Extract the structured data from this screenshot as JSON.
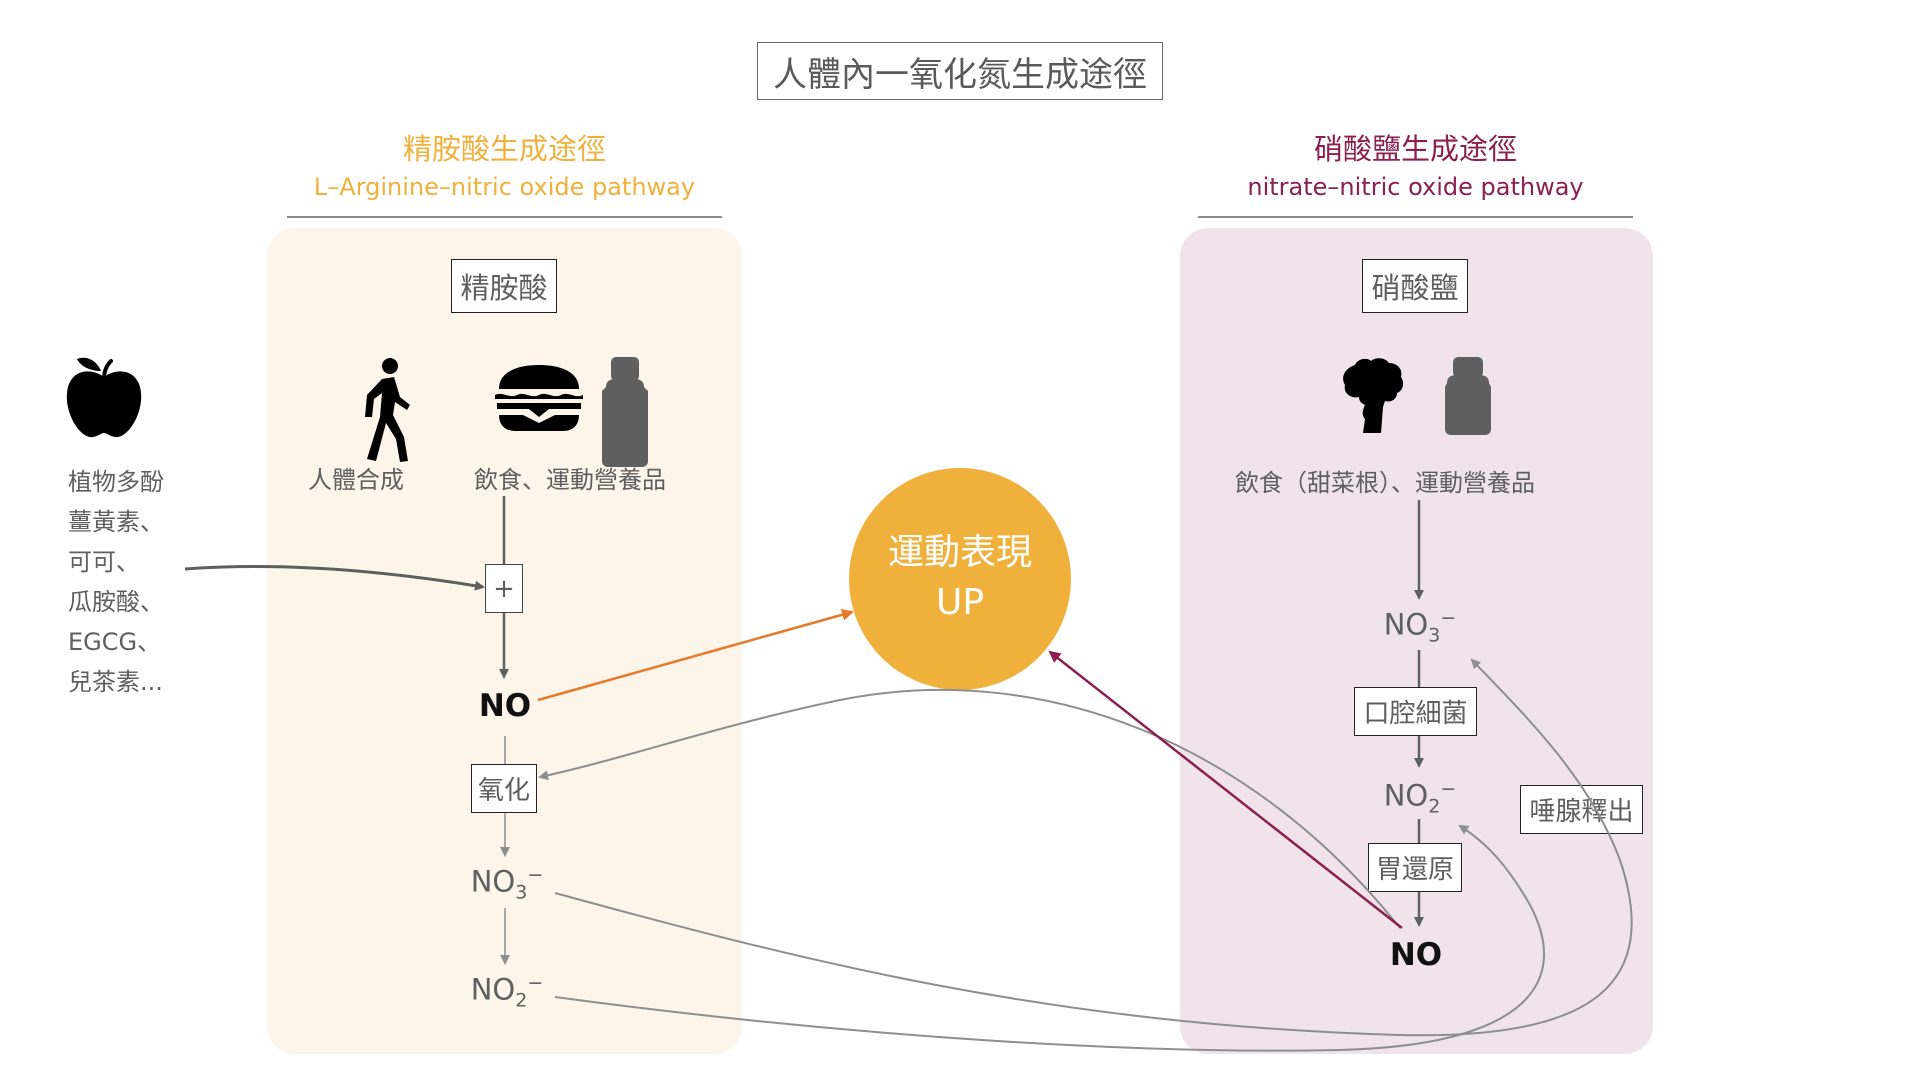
{
  "title": "人體內一氧化氮生成途徑",
  "left_pathway": {
    "heading_cjk": "精胺酸生成途徑",
    "heading_en": "L–Arginine–nitric oxide pathway",
    "color": "#f0b03c",
    "source_box": "精胺酸",
    "icons": [
      "walking-person-icon",
      "burger-icon",
      "supplement-bottle-icon"
    ],
    "label_synthesis": "人體合成",
    "label_diet": "飲食、運動營養品",
    "plus_box": "+",
    "no_label": "NO",
    "oxidation_box": "氧化",
    "nitrate": {
      "base": "NO",
      "sub": "3",
      "sup": "−"
    },
    "nitrite": {
      "base": "NO",
      "sub": "2",
      "sup": "−"
    }
  },
  "enhancers": {
    "icon": "apple-icon",
    "items": [
      "植物多酚",
      "薑黃素、",
      "可可、",
      "瓜胺酸、",
      "EGCG、",
      "兒茶素..."
    ]
  },
  "center": {
    "line1": "運動表現",
    "line2": "UP",
    "color": "#f0b03c"
  },
  "right_pathway": {
    "heading_cjk": "硝酸鹽生成途徑",
    "heading_en": "nitrate–nitric oxide pathway",
    "color": "#8c1f52",
    "source_box": "硝酸鹽",
    "icons": [
      "broccoli-icon",
      "supplement-bottle-icon"
    ],
    "label_diet": "飲食（甜菜根）、運動營養品",
    "nitrate": {
      "base": "NO",
      "sub": "3",
      "sup": "−"
    },
    "oral_bacteria_box": "口腔細菌",
    "nitrite": {
      "base": "NO",
      "sub": "2",
      "sup": "−"
    },
    "stomach_box": "胃還原",
    "no_label": "NO",
    "saliva_box": "唾腺釋出"
  },
  "colors": {
    "left_panel_bg": "#fdf5e9",
    "right_panel_bg": "#f0e3ea",
    "orange_arrow": "#e47b2a",
    "magenta_arrow": "#8c1f52",
    "gray_arrow": "#8e8e8e",
    "dark_arrow": "#5f5f5f"
  }
}
